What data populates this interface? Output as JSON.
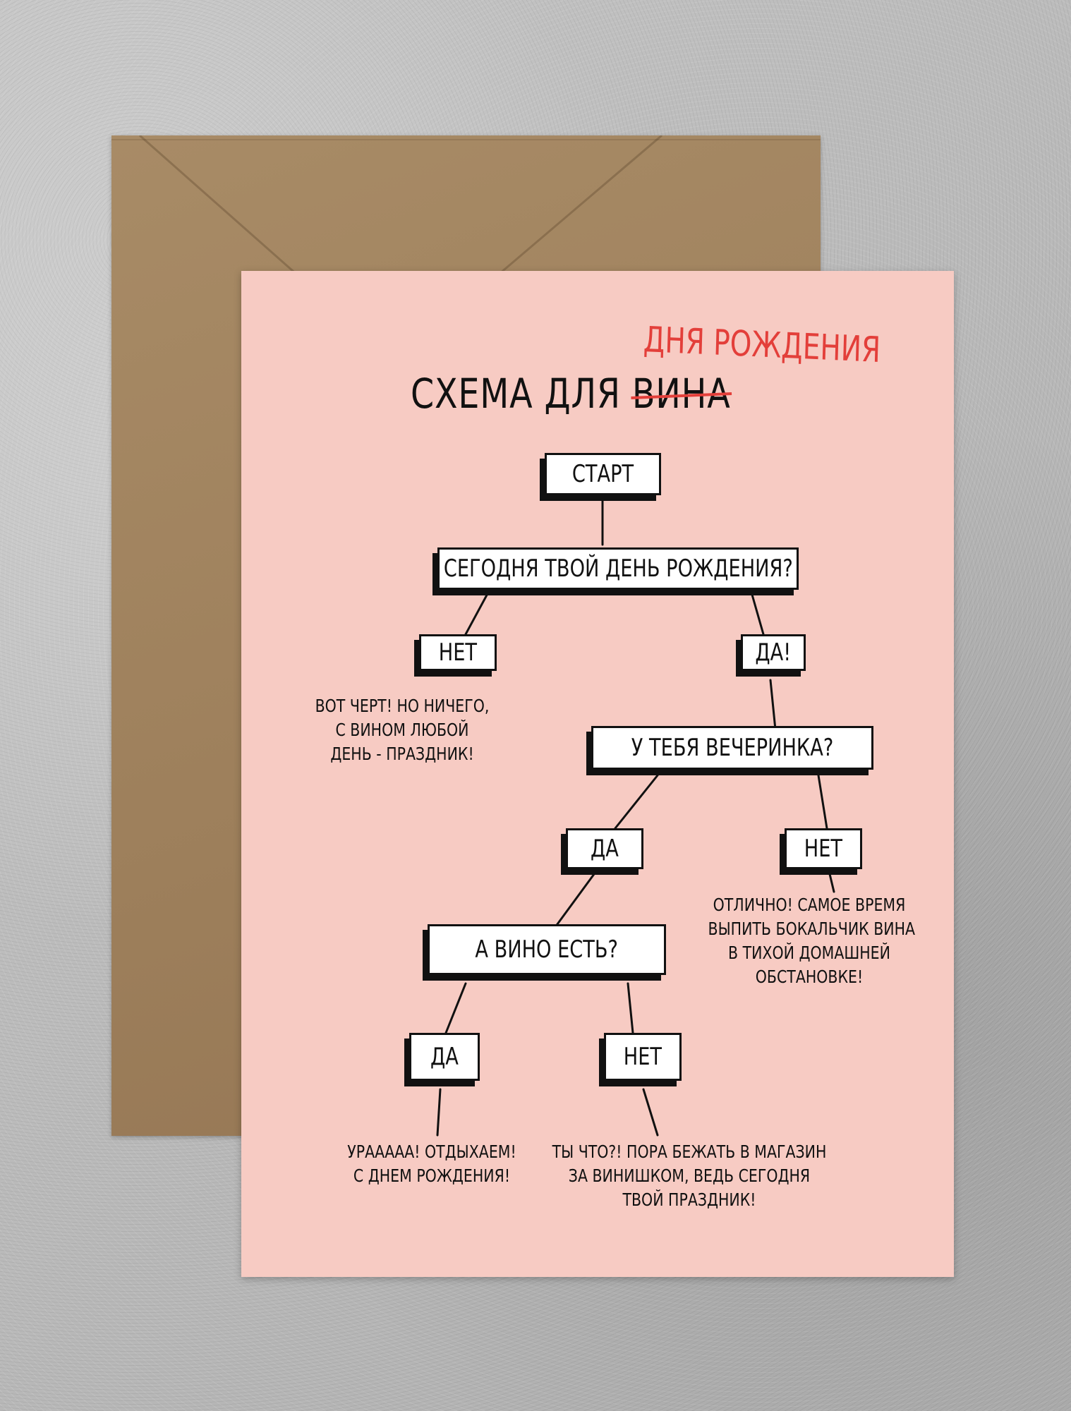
{
  "title": {
    "prefix": "СХЕМА ДЛЯ",
    "struck_word": "ВИНА",
    "correction": "ДНЯ РОЖДЕНИЯ"
  },
  "flow": {
    "start": "СТАРТ",
    "q_birthday": "СЕГОДНЯ ТВОЙ ДЕНЬ РОЖДЕНИЯ?",
    "ans_birthday_no": "НЕТ",
    "ans_birthday_yes": "ДА!",
    "result_not_birthday": [
      "ВОТ ЧЕРТ! НО НИЧЕГО,",
      "С ВИНОМ ЛЮБОЙ",
      "ДЕНЬ - ПРАЗДНИК!"
    ],
    "q_party": "У ТЕБЯ ВЕЧЕРИНКА?",
    "ans_party_yes": "ДА",
    "ans_party_no": "НЕТ",
    "result_no_party": [
      "ОТЛИЧНО! САМОЕ ВРЕМЯ",
      "ВЫПИТЬ БОКАЛЬЧИК ВИНА",
      "В ТИХОЙ ДОМАШНЕЙ",
      "ОБСТАНОВКЕ!"
    ],
    "q_wine": "А  ВИНО ЕСТЬ?",
    "ans_wine_yes": "ДА",
    "ans_wine_no": "НЕТ",
    "result_wine_yes": [
      "УРААААА! ОТДЫХАЕМ!",
      "С ДНЕМ РОЖДЕНИЯ!"
    ],
    "result_wine_no": [
      "ТЫ ЧТО?! ПОРА БЕЖАТЬ В МАГАЗИН",
      "ЗА  ВИНИШКОМ,  ВЕДЬ СЕГОДНЯ",
      "ТВОЙ ПРАЗДНИК!"
    ]
  },
  "colors": {
    "card": "#f7cbc3",
    "accent": "#e33f3a",
    "envelope": "#a88b66"
  }
}
